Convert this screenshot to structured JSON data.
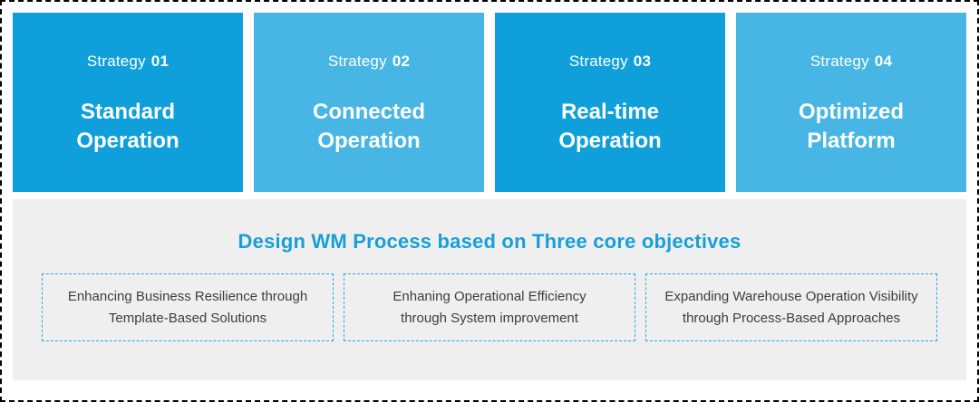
{
  "colors": {
    "card_dark_blue": "#0FA0DB",
    "card_light_blue": "#47B6E4",
    "panel_background": "#EFEFEF",
    "panel_title_blue": "#189FD9",
    "objective_border_blue": "#2BA7E0",
    "objective_text": "#3E3E3E",
    "card_text": "#FFFFFF",
    "outer_border": "#000000"
  },
  "strategies": [
    {
      "label": "Strategy",
      "number": "01",
      "title_lines": [
        "Standard",
        "Operation"
      ]
    },
    {
      "label": "Strategy",
      "number": "02",
      "title_lines": [
        "Connected",
        "Operation"
      ]
    },
    {
      "label": "Strategy",
      "number": "03",
      "title_lines": [
        "Real-time",
        "Operation"
      ]
    },
    {
      "label": "Strategy",
      "number": "04",
      "title_lines": [
        "Optimized",
        "Platform"
      ]
    }
  ],
  "panel": {
    "title": "Design WM Process based on Three core objectives",
    "objectives": [
      {
        "lines": [
          "Enhancing Business Resilience through",
          "Template-Based Solutions"
        ]
      },
      {
        "lines": [
          "Enhaning Operational Efficiency",
          "through System improvement"
        ]
      },
      {
        "lines": [
          "Expanding Warehouse Operation Visibility",
          "through Process-Based Approaches"
        ]
      }
    ]
  }
}
